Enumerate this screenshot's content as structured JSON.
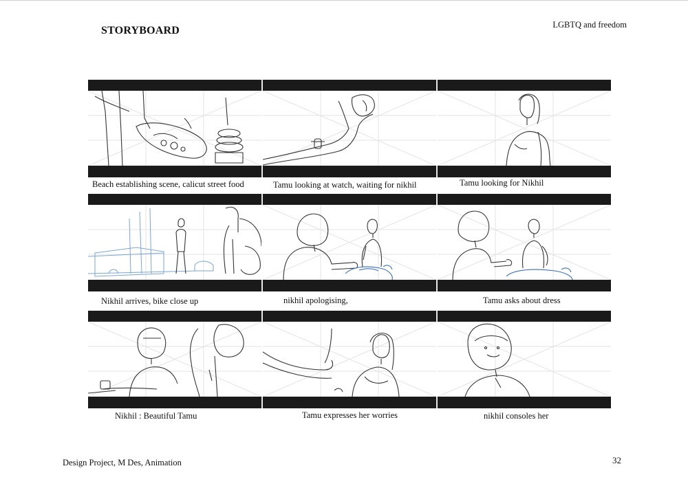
{
  "header": {
    "title": "STORYBOARD",
    "subject": "LGBTQ and freedom"
  },
  "footer": {
    "course": "Design Project, M Des, Animation",
    "page_number": "32"
  },
  "frames": [
    {
      "caption": "Beach establishing scene, calicut street food"
    },
    {
      "caption": "Tamu looking at watch, waiting for nikhil"
    },
    {
      "caption": "Tamu looking for Nikhil"
    },
    {
      "caption": "Nikhil arrives, bike close up"
    },
    {
      "caption": "nikhil apologising,"
    },
    {
      "caption": "Tamu asks about dress"
    },
    {
      "caption": "Nikhil : Beautiful Tamu"
    },
    {
      "caption": "Tamu expresses her worries"
    },
    {
      "caption": "nikhil consoles her"
    }
  ]
}
